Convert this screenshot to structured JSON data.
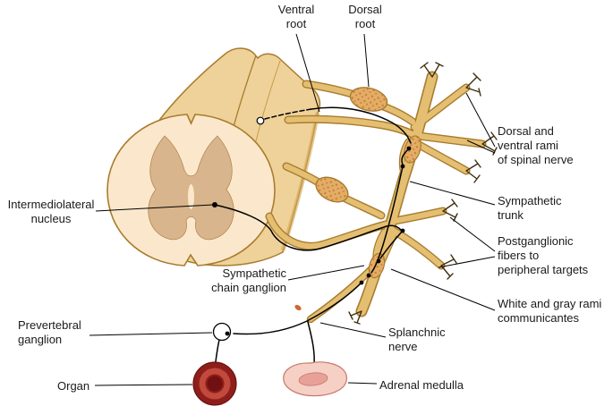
{
  "figure": {
    "labels": {
      "ventral_root": "Ventral\nroot",
      "dorsal_root": "Dorsal\nroot",
      "dorsal_ventral_rami": "Dorsal and\nventral rami\nof spinal nerve",
      "sympathetic_trunk": "Sympathetic\ntrunk",
      "postganglionic_fibers": "Postganglionic\nfibers to\nperipheral targets",
      "white_gray_rami": "White and gray rami\ncommunicantes",
      "intermediolateral_nucleus": "Intermediolateral\nnucleus",
      "sympathetic_chain_ganglion": "Sympathetic\nchain ganglion",
      "prevertebral_ganglion": "Prevertebral\nganglion",
      "organ": "Organ",
      "splanchnic_nerve": "Splanchnic\nnerve",
      "adrenal_medulla": "Adrenal medulla"
    },
    "colors": {
      "background": "#FFFFFF",
      "cord_face": "#FBE8CC",
      "cord_body": "#EFD29A",
      "cord_outline": "#A97C2F",
      "gray_matter": "#D8B58C",
      "nerve_fill": "#E4BF72",
      "nerve_outline": "#A97C2F",
      "ganglion_fill": "#E2AE66",
      "stipple": "#CE7B3A",
      "pathway_ink": "#000000",
      "organ_outer": "#8E1E1A",
      "organ_ring": "#C14A3C",
      "organ_core": "#701010",
      "adrenal_outer": "#F6CFC5",
      "adrenal_inner": "#E7A198",
      "label_text": "#1A1A1A"
    }
  }
}
